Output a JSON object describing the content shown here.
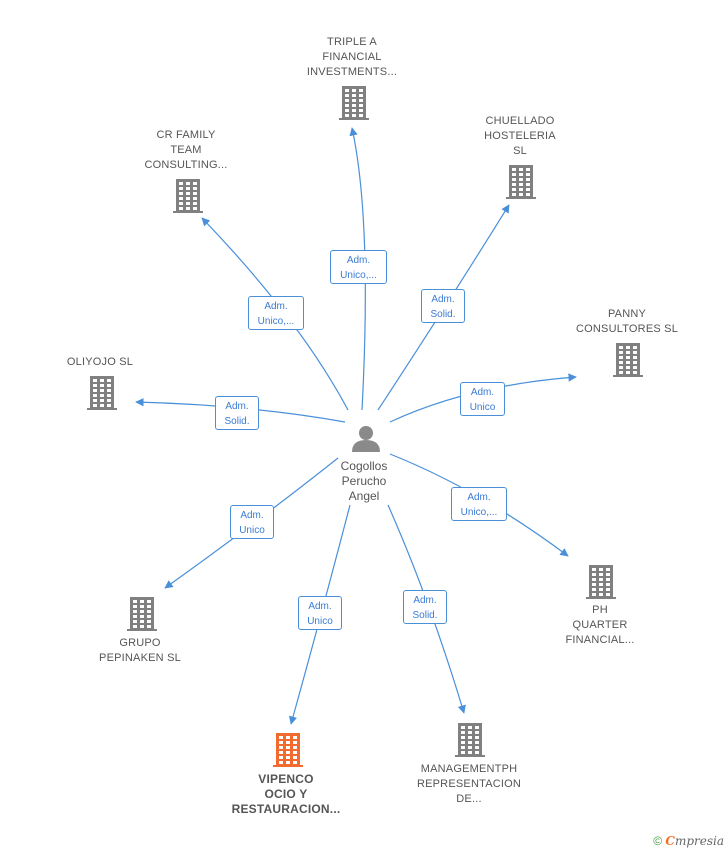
{
  "colors": {
    "edge": "#4a90d9",
    "company": "#808080",
    "company_highlight": "#f26a2e",
    "person": "#8a8a8a"
  },
  "center": {
    "name": "Cogollos\nPerucho\nAngel",
    "icon": "person-icon"
  },
  "nodes": [
    {
      "id": "triple-a",
      "label": "TRIPLE A\nFINANCIAL\nINVESTMENTS...",
      "relation": "Adm.\nUnico,...",
      "icon": "building-icon",
      "highlight": false
    },
    {
      "id": "chuellado",
      "label": "CHUELLADO\nHOSTELERIA\nSL",
      "relation": "Adm.\nSolid.",
      "icon": "building-icon",
      "highlight": false
    },
    {
      "id": "cr-family",
      "label": "CR FAMILY\nTEAM\nCONSULTING...",
      "relation": "Adm.\nUnico,...",
      "icon": "building-icon",
      "highlight": false
    },
    {
      "id": "panny",
      "label": "PANNY\nCONSULTORES SL",
      "relation": "Adm.\nUnico",
      "icon": "building-icon",
      "highlight": false
    },
    {
      "id": "oliyojo",
      "label": "OLIYOJO  SL",
      "relation": "Adm.\nSolid.",
      "icon": "building-icon",
      "highlight": false
    },
    {
      "id": "ph-quarter",
      "label": "PH\nQUARTER\nFINANCIAL...",
      "relation": "Adm.\nUnico,...",
      "icon": "building-icon",
      "highlight": false
    },
    {
      "id": "grupo-pepinaken",
      "label": "GRUPO\nPEPINAKEN  SL",
      "relation": "Adm.\nUnico",
      "icon": "building-icon",
      "highlight": false
    },
    {
      "id": "vipenco",
      "label": "VIPENCO\nOCIO Y\nRESTAURACION...",
      "relation": "Adm.\nUnico",
      "icon": "building-icon",
      "highlight": true
    },
    {
      "id": "managementph",
      "label": "MANAGEMENTPH\nREPRESENTACION\nDE...",
      "relation": "Adm.\nSolid.",
      "icon": "building-icon",
      "highlight": false
    }
  ],
  "footer": {
    "copyright": "©",
    "brand_initial": "C",
    "brand_rest": "mpresia"
  }
}
